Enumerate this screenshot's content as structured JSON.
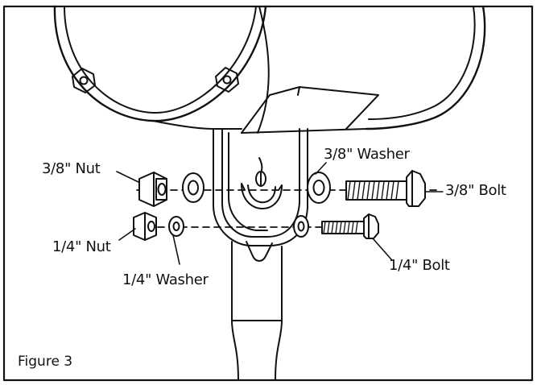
{
  "figure": {
    "caption": "Figure 3"
  },
  "callouts": {
    "nut_38": "3/8\" Nut",
    "washer_38": "3/8\" Washer",
    "bolt_38": "3/8\" Bolt",
    "nut_14": "1/4\" Nut",
    "washer_14": "1/4\" Washer",
    "bolt_14": "1/4\" Bolt"
  },
  "style": {
    "line_color": "#111111",
    "background": "#ffffff"
  }
}
